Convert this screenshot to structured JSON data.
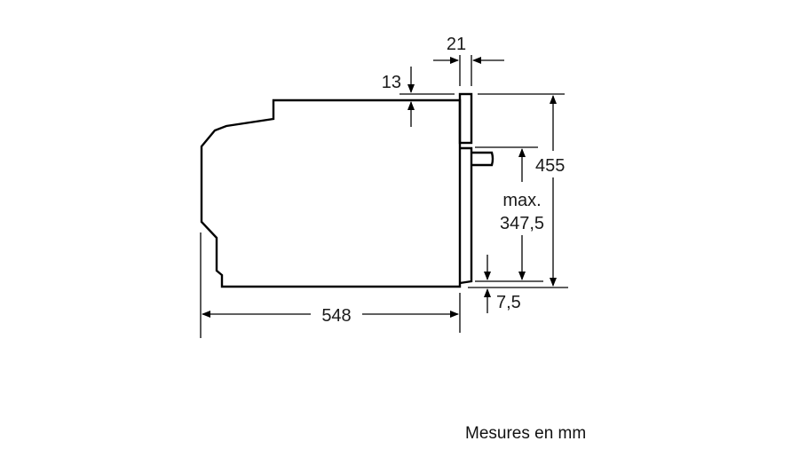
{
  "drawing": {
    "dimensions": {
      "top_offset": "13",
      "door_thickness": "21",
      "total_height": "455",
      "max_label": "max.",
      "max_height": "347,5",
      "bottom_offset": "7,5",
      "depth": "548"
    },
    "caption": "Mesures en mm"
  }
}
